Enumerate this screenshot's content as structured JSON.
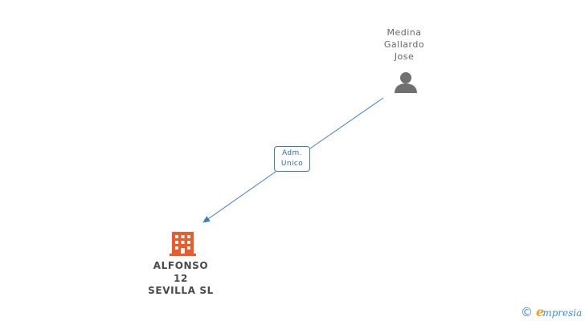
{
  "nodes": {
    "person": {
      "name": "Medina\nGallardo\nJose",
      "icon": "person-icon"
    },
    "company": {
      "name": "ALFONSO\n12\nSEVILLA SL",
      "icon": "building-icon"
    }
  },
  "edge": {
    "role_line1": "Adm.",
    "role_line2": "Unico"
  },
  "colors": {
    "edge": "#3d7cc9",
    "person_icon": "#707070",
    "company_icon": "#f05a28",
    "brand_blue": "#3d8ed0",
    "brand_orange": "#f0a020"
  },
  "footer": {
    "copyright": "©",
    "brand_initial": "e",
    "brand_rest": "mpresia"
  }
}
